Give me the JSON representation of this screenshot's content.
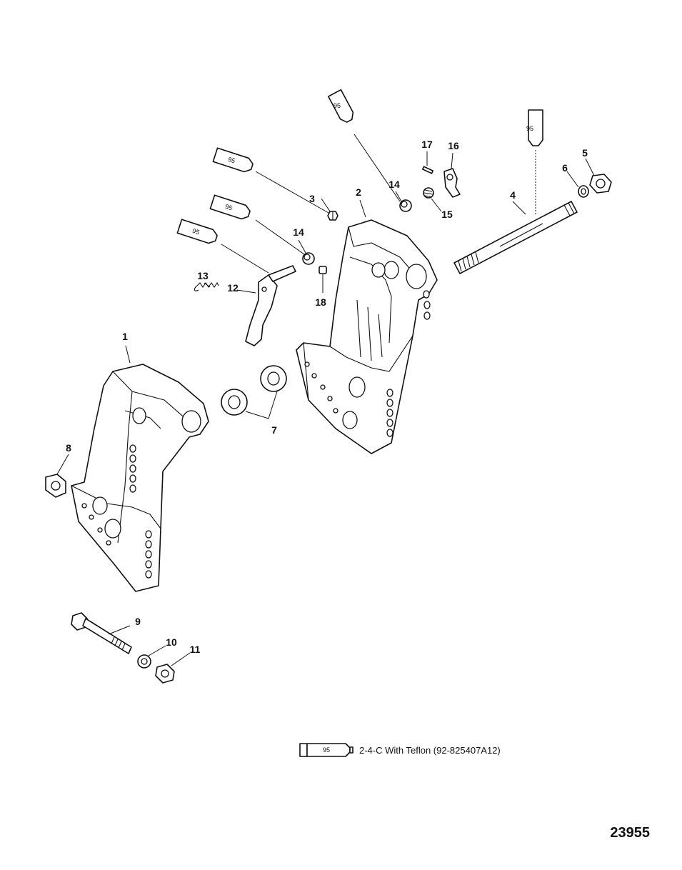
{
  "callouts": {
    "c1": "1",
    "c2": "2",
    "c3": "3",
    "c4": "4",
    "c5": "5",
    "c6": "6",
    "c7": "7",
    "c8": "8",
    "c9": "9",
    "c10": "10",
    "c11": "11",
    "c12": "12",
    "c13": "13",
    "c14a": "14",
    "c14b": "14",
    "c15": "15",
    "c16": "16",
    "c17": "17",
    "c18": "18"
  },
  "lubricant": {
    "tube_code": "95",
    "legend_text": "2-4-C  With Teflon (92-825407A12)"
  },
  "figure_number": "23955"
}
